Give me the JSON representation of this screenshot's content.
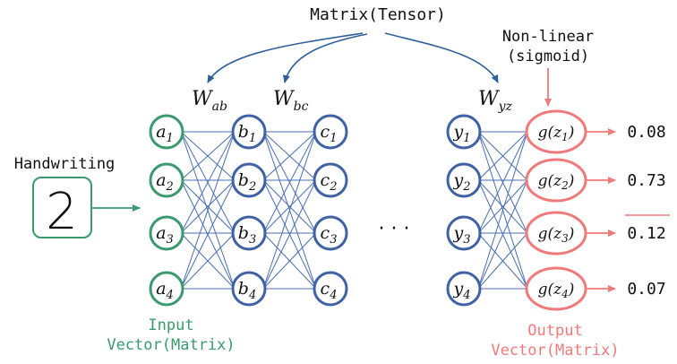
{
  "title": "Matrix(Tensor)",
  "activation_label": [
    "Non-linear",
    "(sigmoid)"
  ],
  "handwriting": {
    "label": "Handwriting",
    "digit": "2"
  },
  "layers": {
    "a": [
      "a1",
      "a2",
      "a3",
      "a4"
    ],
    "b": [
      "b1",
      "b2",
      "b3",
      "b4"
    ],
    "c": [
      "c1",
      "c2",
      "c3",
      "c4"
    ],
    "y": [
      "y1",
      "y2",
      "y3",
      "y4"
    ]
  },
  "weights": [
    {
      "base": "W",
      "sub": "ab"
    },
    {
      "base": "W",
      "sub": "bc"
    },
    {
      "base": "W",
      "sub": "yz"
    }
  ],
  "ellipsis": "· · ·",
  "outputs": [
    {
      "base": "g(z",
      "sub": "1",
      "close": ")",
      "value": "0.08",
      "highlight": false
    },
    {
      "base": "g(z",
      "sub": "2",
      "close": ")",
      "value": "0.73",
      "highlight": true
    },
    {
      "base": "g(z",
      "sub": "3",
      "close": ")",
      "value": "0.12",
      "highlight": false
    },
    {
      "base": "g(z",
      "sub": "4",
      "close": ")",
      "value": "0.07",
      "highlight": false
    }
  ],
  "input_caption": [
    "Input",
    "Vector(Matrix)"
  ],
  "output_caption": [
    "Output",
    "Vector(Matrix)"
  ],
  "colors": {
    "green": "#3a9a6e",
    "blue": "#3f62a6",
    "red": "#f07a7a",
    "arrow_blue": "#2e5f9a",
    "edge": "#4a6fb0"
  }
}
